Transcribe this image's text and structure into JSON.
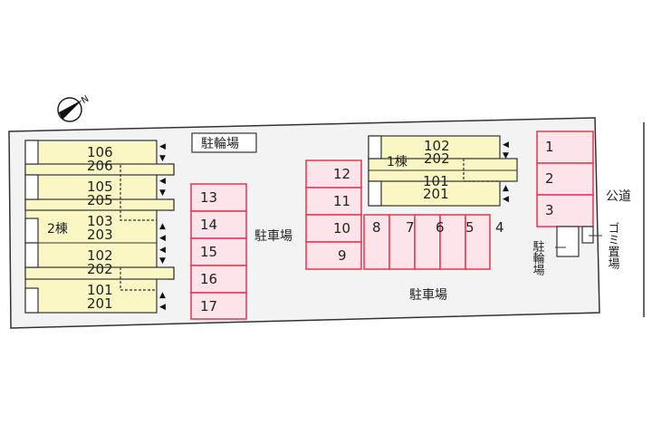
{
  "compass": {
    "label": "N"
  },
  "building2": {
    "name": "2棟",
    "units": [
      "106",
      "206",
      "105",
      "205",
      "103",
      "203",
      "102",
      "202",
      "101",
      "201"
    ]
  },
  "building1": {
    "name": "1棟",
    "units": [
      "102",
      "202",
      "101",
      "201"
    ]
  },
  "labels": {
    "bicycle_parking_top": "駐輪場",
    "parking_mid": "駐車場",
    "parking_bottom": "駐車場",
    "public_road": "公道",
    "bicycle_parking_right": "駐輪場",
    "garbage": "ゴミ置場"
  },
  "parking_spaces": [
    "1",
    "2",
    "3",
    "4",
    "5",
    "6",
    "7",
    "8",
    "9",
    "10",
    "11",
    "12",
    "13",
    "14",
    "15",
    "16",
    "17"
  ],
  "colors": {
    "parking_fill": "#fde3ea",
    "parking_stroke": "#e8354f",
    "building_fill": "#fbf7c4"
  }
}
